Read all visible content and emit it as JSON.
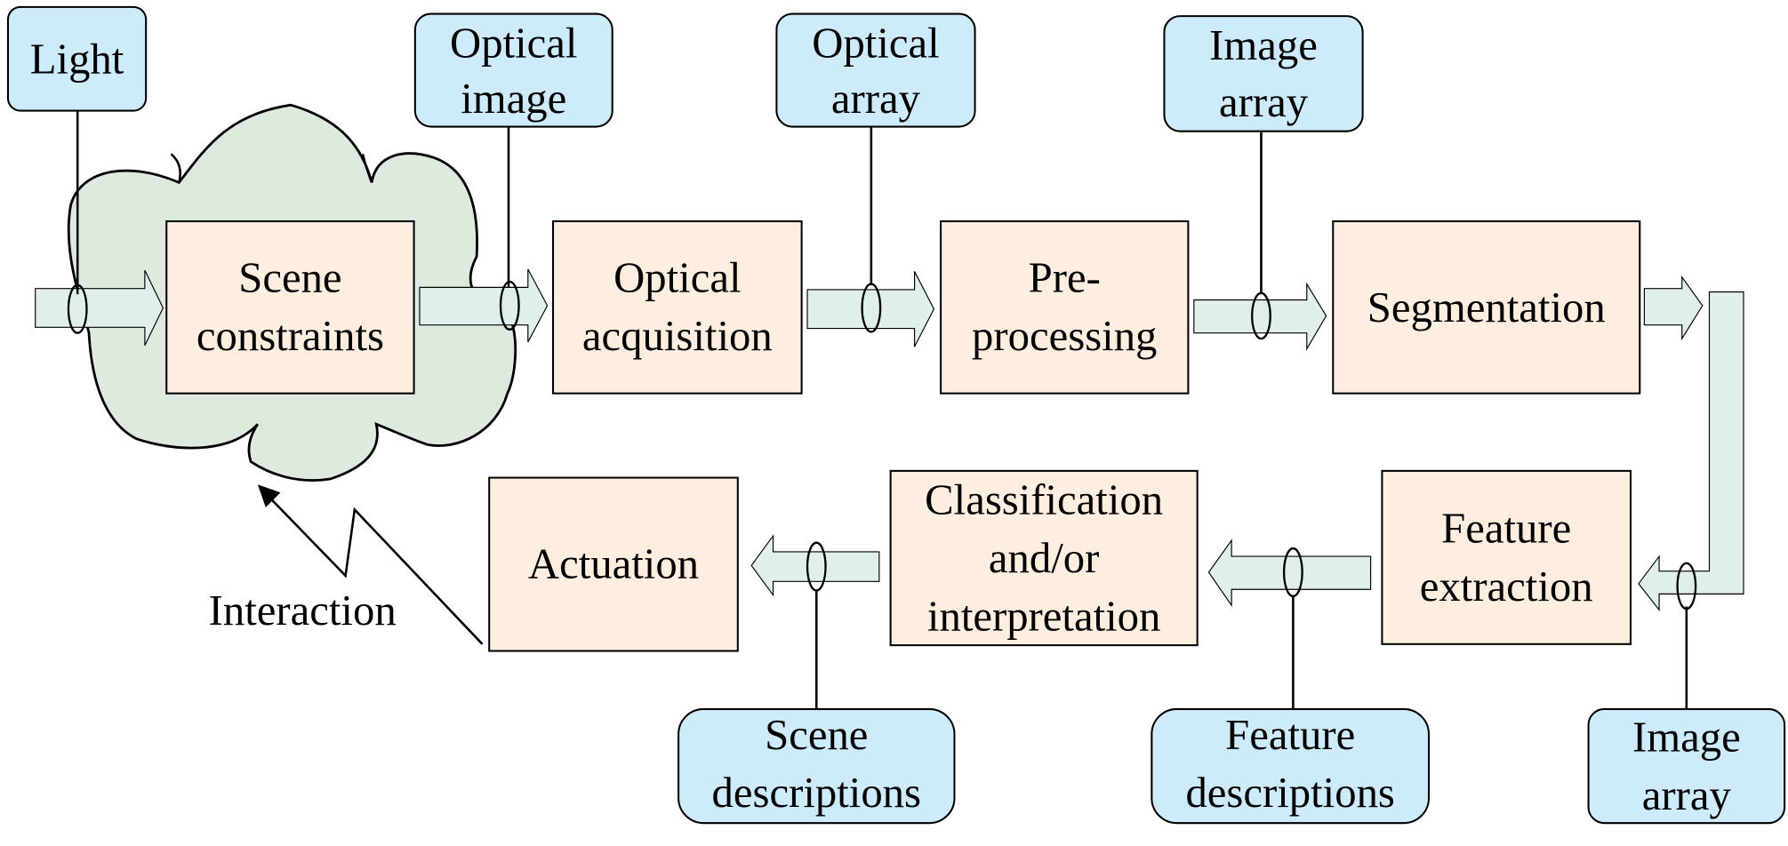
{
  "diagram": {
    "title": "",
    "colors": {
      "process_fill": "#fdeee0",
      "label_fill": "#cdebfb",
      "arrow_fill": "#e0efec",
      "cloud_fill": "#dfeadf",
      "stroke": "#000000"
    },
    "processes": {
      "scene_constraints": [
        "Scene",
        "constraints"
      ],
      "optical_acquisition": [
        "Optical",
        "acquisition"
      ],
      "preprocessing": [
        "Pre-",
        "processing"
      ],
      "segmentation": [
        "Segmentation"
      ],
      "feature_extraction": [
        "Feature",
        "extraction"
      ],
      "classification": [
        "Classification",
        "and/or",
        "interpretation"
      ],
      "actuation": [
        "Actuation"
      ]
    },
    "data_labels": {
      "light": [
        "Light"
      ],
      "optical_image": [
        "Optical",
        "image"
      ],
      "optical_array": [
        "Optical",
        "array"
      ],
      "image_array_top": [
        "Image",
        "array"
      ],
      "image_array_bottom": [
        "Image",
        "array"
      ],
      "feature_descriptions": [
        "Feature",
        "descriptions"
      ],
      "scene_descriptions": [
        "Scene",
        "descriptions"
      ]
    },
    "interaction_label": "Interaction",
    "flow": [
      "Light",
      "Scene constraints",
      "Optical image",
      "Optical acquisition",
      "Optical array",
      "Pre-processing",
      "Image array",
      "Segmentation",
      "Image array",
      "Feature extraction",
      "Feature descriptions",
      "Classification and/or interpretation",
      "Scene descriptions",
      "Actuation",
      "Interaction"
    ]
  }
}
